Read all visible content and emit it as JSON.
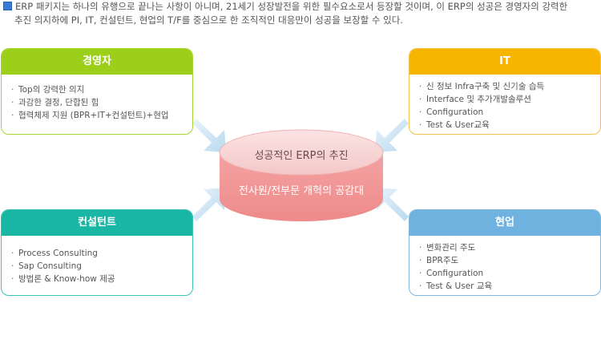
{
  "intro": {
    "line1": "ERP 패키지는 하나의 유행으로 끝나는 사항이 아니며, 21세기 성장발전을 위한 필수요소로서 등장할 것이며, 이 ERP의 성공은 경영자의 강력한",
    "line2": "추진 의지하에 PI, IT, 컨설턴트, 현업의 T/F를 중심으로 한 조직적인 대응만이 성공을 보장할 수 있다."
  },
  "boxes": {
    "ceo": {
      "title": "경영자",
      "items": [
        "Top의 강력한 의지",
        "과감한 결정, 단합된 힘",
        "협력체제 지원 (BPR+IT+컨설턴트)+현업"
      ]
    },
    "it": {
      "title": "IT",
      "items": [
        "신 정보 Infra구축 및 신기술 습득",
        "Interface 및 추가개발솔루션",
        "Configuration",
        "Test & User교육"
      ]
    },
    "consult": {
      "title": "컨설턴트",
      "items": [
        "Process Consulting",
        "Sap Consulting",
        "방법론 & Know-how 제공"
      ]
    },
    "field": {
      "title": "현업",
      "items": [
        "변화관리 주도",
        "BPR주도",
        "Configuration",
        "Test & User 교육"
      ]
    }
  },
  "center": {
    "top": "성공적인 ERP의 추진",
    "bottom": "전사원/전부문 개혁의 공감대"
  },
  "colors": {
    "ceo": "#9ccf1a",
    "it": "#f7b500",
    "consult": "#19b6a3",
    "field": "#6fb1df",
    "cylinder": "#f08a8a"
  }
}
